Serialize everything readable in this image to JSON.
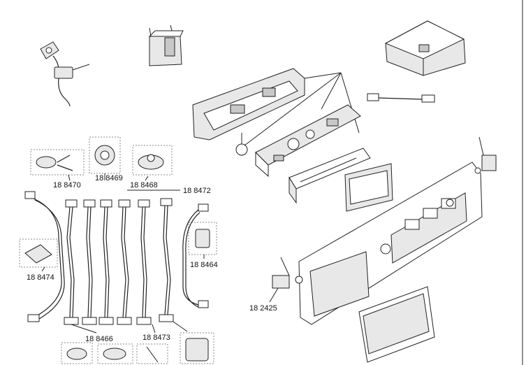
{
  "part_numbers": {
    "p_8470": "18 8470",
    "p_8469": "18 8469",
    "p_8468": "18 8468",
    "p_8472": "18 8472",
    "p_8474": "18 8474",
    "p_8464": "18 8464",
    "p_8466": "18 8466",
    "p_8473": "18 8473",
    "p_2425": "18 2425"
  }
}
